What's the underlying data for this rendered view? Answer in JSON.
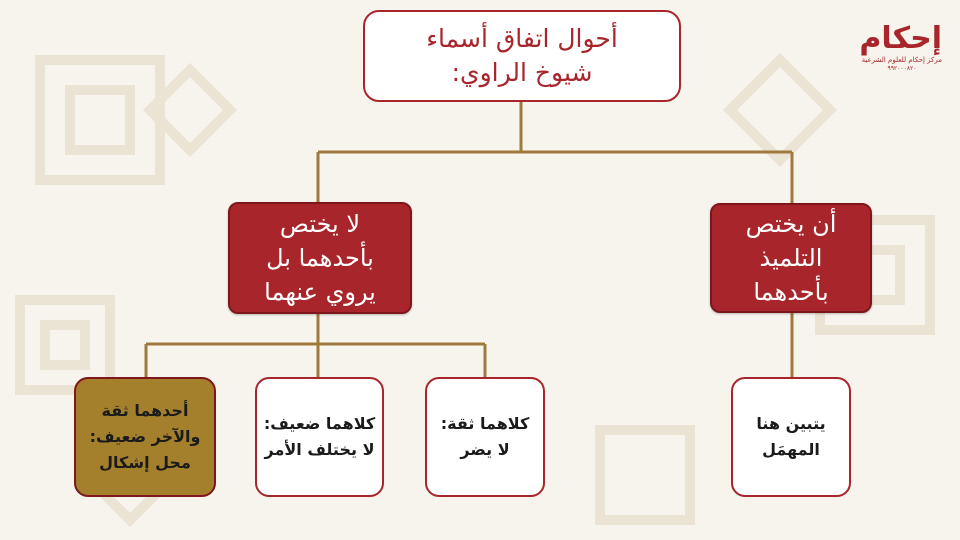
{
  "colors": {
    "accent": "#a8262b",
    "gold": "#a5802c",
    "connector": "#a07a3c",
    "background": "#f7f4ee"
  },
  "logo": {
    "mark": "إحكام",
    "subtitle": "مركز إحكام للعلوم الشرعية",
    "number": "٩٩٢٠٠٠٨٢٠"
  },
  "diagram": {
    "root": "أحوال اتفاق أسماء\nشيوخ الراوي:",
    "branch_left": "لا يختص\nبأحدهما بل\nيروي عنهما",
    "branch_right": "أن يختص\nالتلميذ\nبأحدهما",
    "leaves": {
      "gold": "أحدهما ثقة\nوالآخر ضعيف:\nمحل إشكال",
      "both_weak": "كلاهما ضعيف:\nلا يختلف الأمر",
      "both_trusted": "كلاهما ثقة:\nلا يضر",
      "muhmal": "يتبين هنا\nالمهمَل"
    }
  }
}
